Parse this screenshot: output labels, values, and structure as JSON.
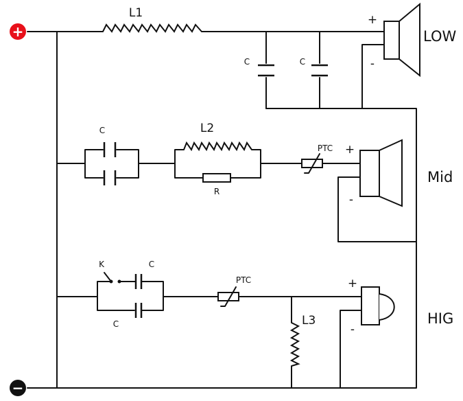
{
  "terminals": {
    "positive": "+",
    "negative": "−"
  },
  "colors": {
    "positive_terminal": "#e8101a",
    "negative_terminal": "#111111",
    "wire": "#111111"
  },
  "labels": {
    "l1": "L1",
    "l2": "L2",
    "l3": "L3",
    "c_low_1": "C",
    "c_low_2": "C",
    "c_mid": "C",
    "r": "R",
    "ptc_mid": "PTC",
    "ptc_high": "PTC",
    "k": "K",
    "c_high_top": "C",
    "c_high_bottom": "C"
  },
  "speakers": {
    "low": {
      "name": "LOW",
      "plus": "+",
      "minus": "-"
    },
    "mid": {
      "name": "Mid",
      "plus": "+",
      "minus": "-"
    },
    "high": {
      "name": "HIG",
      "plus": "+",
      "minus": "-"
    }
  }
}
